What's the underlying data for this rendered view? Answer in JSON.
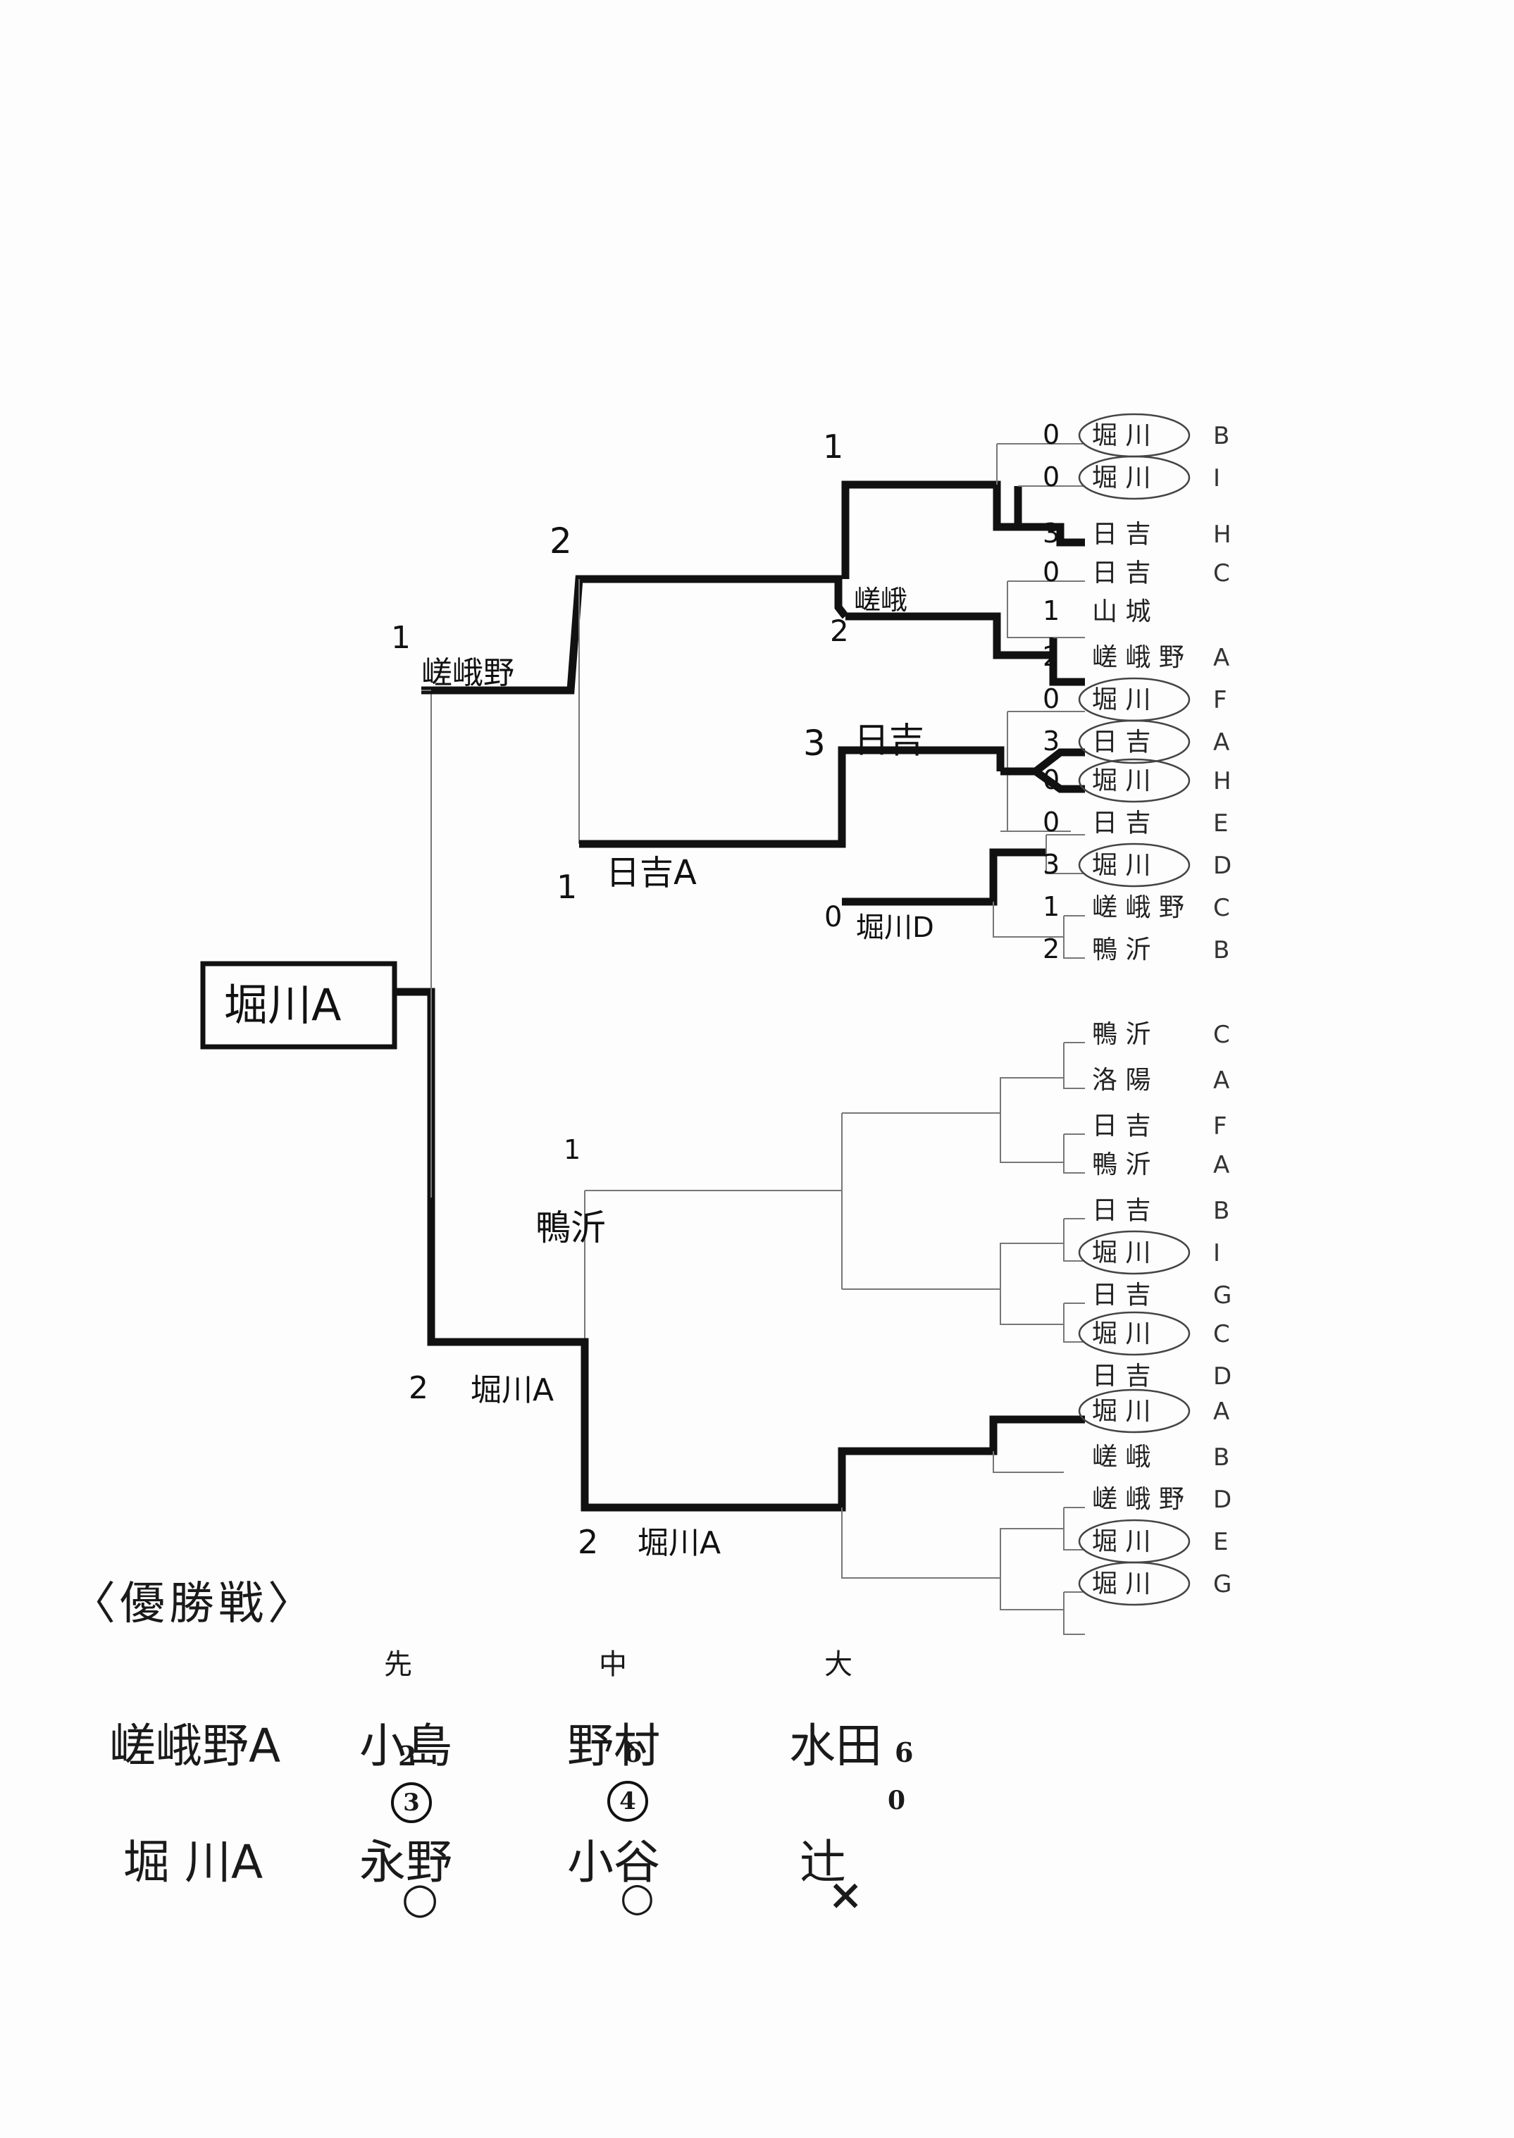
{
  "champion": "堀川A",
  "section_title": "〈優勝戦〉",
  "positions": [
    "先",
    "中",
    "大"
  ],
  "bracket": {
    "top_half": {
      "winner": "嵯峨野",
      "winner_score": "1",
      "finalist_score": "2",
      "semifinal": [
        {
          "name": "嵯峨",
          "score_left": "1",
          "score_right": "2"
        },
        {
          "name": "日吉",
          "score_left": "3",
          "score_right": "0"
        }
      ],
      "quarter_bottom": {
        "name": "日吉A",
        "score": "1"
      },
      "quarter_lower": {
        "name": "堀川D",
        "score": "0"
      }
    },
    "bottom_half": {
      "upper_label": "鴨沂",
      "upper_score": "1",
      "winner": "堀川A",
      "winner_score": "2",
      "lower_label": "堀川A",
      "lower_score": "2"
    }
  },
  "teams": [
    {
      "name": "堀 川",
      "letter": "B",
      "score": "0"
    },
    {
      "name": "堀 川",
      "letter": "I",
      "score": "0"
    },
    {
      "name": "日 吉",
      "letter": "H",
      "score": "3"
    },
    {
      "name": "日 吉",
      "letter": "C",
      "score": "0"
    },
    {
      "name": "山 城",
      "letter": "",
      "score": "1"
    },
    {
      "name": "嵯 峨 野",
      "letter": "A",
      "score": "2"
    },
    {
      "name": "堀 川",
      "letter": "F",
      "score": "0"
    },
    {
      "name": "日 吉",
      "letter": "A",
      "score": "3"
    },
    {
      "name": "堀 川",
      "letter": "H",
      "score": "0"
    },
    {
      "name": "日 吉",
      "letter": "E",
      "score": "0"
    },
    {
      "name": "堀 川",
      "letter": "D",
      "score": "3"
    },
    {
      "name": "嵯 峨 野",
      "letter": "C",
      "score": "1"
    },
    {
      "name": "鴨 沂",
      "letter": "B",
      "score": "2"
    },
    {
      "name": "鴨 沂",
      "letter": "C",
      "score": ""
    },
    {
      "name": "洛 陽",
      "letter": "A",
      "score": ""
    },
    {
      "name": "日 吉",
      "letter": "F",
      "score": ""
    },
    {
      "name": "鴨 沂",
      "letter": "A",
      "score": ""
    },
    {
      "name": "日 吉",
      "letter": "B",
      "score": ""
    },
    {
      "name": "堀 川",
      "letter": "I",
      "score": ""
    },
    {
      "name": "日 吉",
      "letter": "G",
      "score": ""
    },
    {
      "name": "堀 川",
      "letter": "C",
      "score": ""
    },
    {
      "name": "日 吉",
      "letter": "D",
      "score": ""
    },
    {
      "name": "堀 川",
      "letter": "A",
      "score": ""
    },
    {
      "name": "嵯 峨",
      "letter": "B",
      "score": ""
    },
    {
      "name": "嵯 峨 野",
      "letter": "D",
      "score": ""
    },
    {
      "name": "堀 川",
      "letter": "E",
      "score": ""
    },
    {
      "name": "堀 川",
      "letter": "G",
      "score": ""
    }
  ],
  "final_match": {
    "team1": {
      "name": "嵯峨野A",
      "players": [
        "小島",
        "野村",
        "水田"
      ],
      "marks": [
        "2",
        "6",
        "6"
      ]
    },
    "team2": {
      "name": "堀 川A",
      "players": [
        "永野",
        "小谷",
        "辻"
      ],
      "circled": [
        "3",
        "4",
        "0"
      ],
      "results": [
        "○",
        "○",
        "×"
      ]
    }
  }
}
